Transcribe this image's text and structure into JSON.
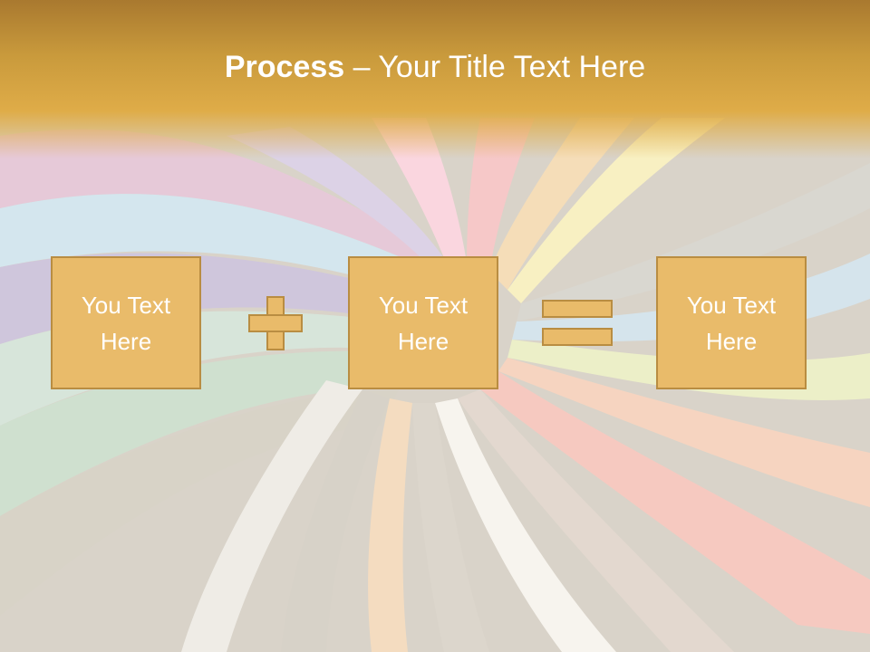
{
  "slide": {
    "title_bold": "Process",
    "title_rest": " – Your Title Text Here",
    "boxes": [
      {
        "text": "You Text Here"
      },
      {
        "text": "You Text Here"
      },
      {
        "text": "You Text Here"
      }
    ],
    "operators": [
      "plus-icon",
      "equals-icon"
    ],
    "colors": {
      "header": "#dfac48",
      "box_fill": "#e9bb6a",
      "box_border": "#b98d42",
      "text": "#ffffff"
    }
  }
}
